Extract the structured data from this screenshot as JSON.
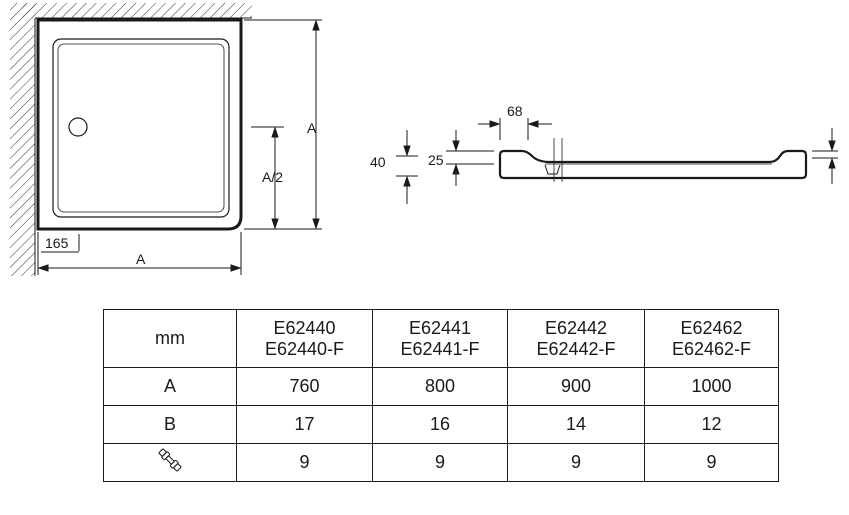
{
  "labels": {
    "dim_a_right": "A",
    "dim_a_half": "A/2",
    "dim_a_bottom": "A",
    "dim_165": "165",
    "dim_68": "68",
    "dim_40": "40",
    "dim_25": "25"
  },
  "table": {
    "unit_header": "mm",
    "models": [
      {
        "code": "E62440",
        "code_f": "E62440-F"
      },
      {
        "code": "E62441",
        "code_f": "E62441-F"
      },
      {
        "code": "E62442",
        "code_f": "E62442-F"
      },
      {
        "code": "E62462",
        "code_f": "E62462-F"
      }
    ],
    "rows": [
      {
        "label": "A",
        "values": [
          "760",
          "800",
          "900",
          "1000"
        ]
      },
      {
        "label": "B",
        "values": [
          "17",
          "16",
          "14",
          "12"
        ]
      },
      {
        "label_icon": "waste-pipe-icon",
        "values": [
          "9",
          "9",
          "9",
          "9"
        ]
      }
    ]
  }
}
